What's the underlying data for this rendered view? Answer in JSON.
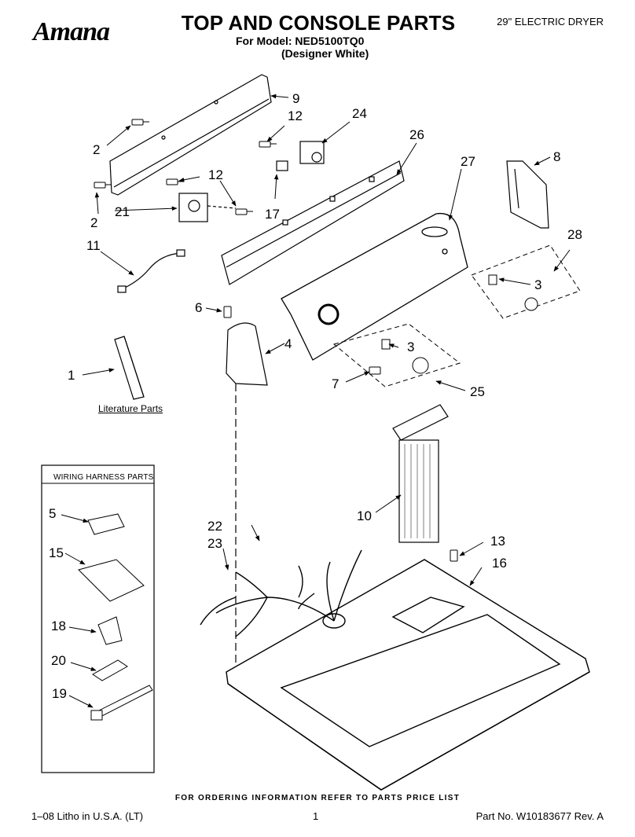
{
  "header": {
    "brand": "Amana",
    "title": "TOP AND CONSOLE PARTS",
    "model_line1": "For Model: NED5100TQ0",
    "model_line2": "(Designer White)",
    "dryer_type": "29\" ELECTRIC DRYER"
  },
  "labels": {
    "literature_parts": "Literature Parts",
    "wiring_harness_title": "WIRING HARNESS PARTS"
  },
  "callouts": {
    "c9": "9",
    "c12a": "12",
    "c24": "24",
    "c2a": "2",
    "c26": "26",
    "c27": "27",
    "c8": "8",
    "c12b": "12",
    "c21": "21",
    "c17": "17",
    "c2b": "2",
    "c28": "28",
    "c11": "11",
    "c3a": "3",
    "c6": "6",
    "c4": "4",
    "c3b": "3",
    "c1": "1",
    "c7": "7",
    "c25": "25",
    "c10": "10",
    "c5": "5",
    "c22": "22",
    "c23": "23",
    "c13": "13",
    "c15": "15",
    "c16": "16",
    "c18": "18",
    "c20": "20",
    "c19": "19"
  },
  "footer": {
    "ordering_info": "FOR ORDERING INFORMATION REFER TO PARTS PRICE LIST",
    "litho": "1–08 Litho in U.S.A. (LT)",
    "page_number": "1",
    "part_number": "Part No. W10183677 Rev. A"
  }
}
